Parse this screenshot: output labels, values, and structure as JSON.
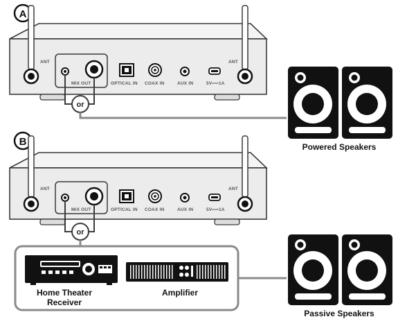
{
  "sections": [
    {
      "badge": "A",
      "device_labels": {
        "ant_left": "ANT",
        "mix_out": "MIX OUT",
        "optical_in": "OPTICAL IN",
        "coax_in": "COAX IN",
        "aux_in": "AUX IN",
        "power": "5V══1A",
        "ant_right": "ANT"
      },
      "or_label": "or",
      "speakers_label": "Powered Speakers"
    },
    {
      "badge": "B",
      "device_labels": {
        "ant_left": "ANT",
        "mix_out": "MIX OUT",
        "optical_in": "OPTICAL IN",
        "coax_in": "COAX IN",
        "aux_in": "AUX IN",
        "power": "5V══1A",
        "ant_right": "ANT"
      },
      "or_label": "or",
      "receiver_label_line1": "Home Theater",
      "receiver_label_line2": "Receiver",
      "amplifier_label": "Amplifier",
      "speakers_label": "Passive Speakers"
    }
  ],
  "colors": {
    "outline": "#3a3a3a",
    "device_fill": "#ececec",
    "cable": "#8a8a8a",
    "black": "#111111"
  }
}
